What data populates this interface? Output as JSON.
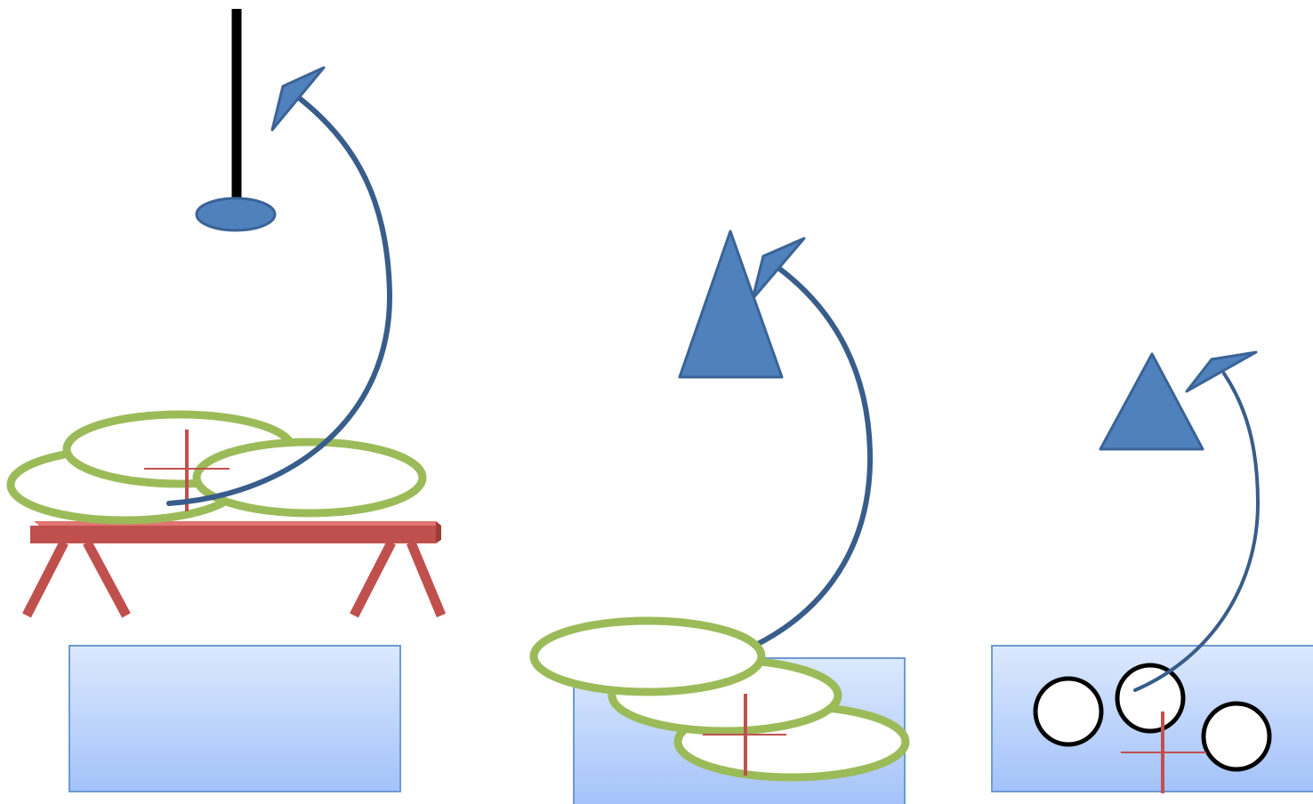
{
  "diagram": {
    "panels": [
      {
        "id": "panel-1",
        "tool": "pole-with-disc-tool",
        "motion": "curved-arrow-up",
        "objects": [
          "green-ellipse",
          "green-ellipse",
          "green-ellipse"
        ],
        "support": "red-bench",
        "target": "blue-box",
        "marker": "red-cross"
      },
      {
        "id": "panel-2",
        "tool": "blue-triangle-tool",
        "motion": "curved-arrow-up",
        "objects": [
          "green-ellipse",
          "green-ellipse",
          "green-ellipse"
        ],
        "target": "blue-box",
        "marker": "red-cross"
      },
      {
        "id": "panel-3",
        "tool": "blue-triangle-tool",
        "motion": "curved-arrow-up",
        "objects": [
          "black-circle",
          "black-circle",
          "black-circle"
        ],
        "target": "blue-box",
        "marker": "red-cross"
      }
    ],
    "colors": {
      "tool_fill": "#4f81bd",
      "tool_stroke": "#3a6395",
      "arrow": "#385d8a",
      "ellipse_stroke": "#9bbb59",
      "bench": "#c0504d",
      "bench_leg": "#c0504d",
      "cross": "#c0504d",
      "box_top": "#dce9fd",
      "box_bottom": "#a3c2fa",
      "box_stroke": "#6d9ad0",
      "circle_stroke": "#000000"
    }
  }
}
